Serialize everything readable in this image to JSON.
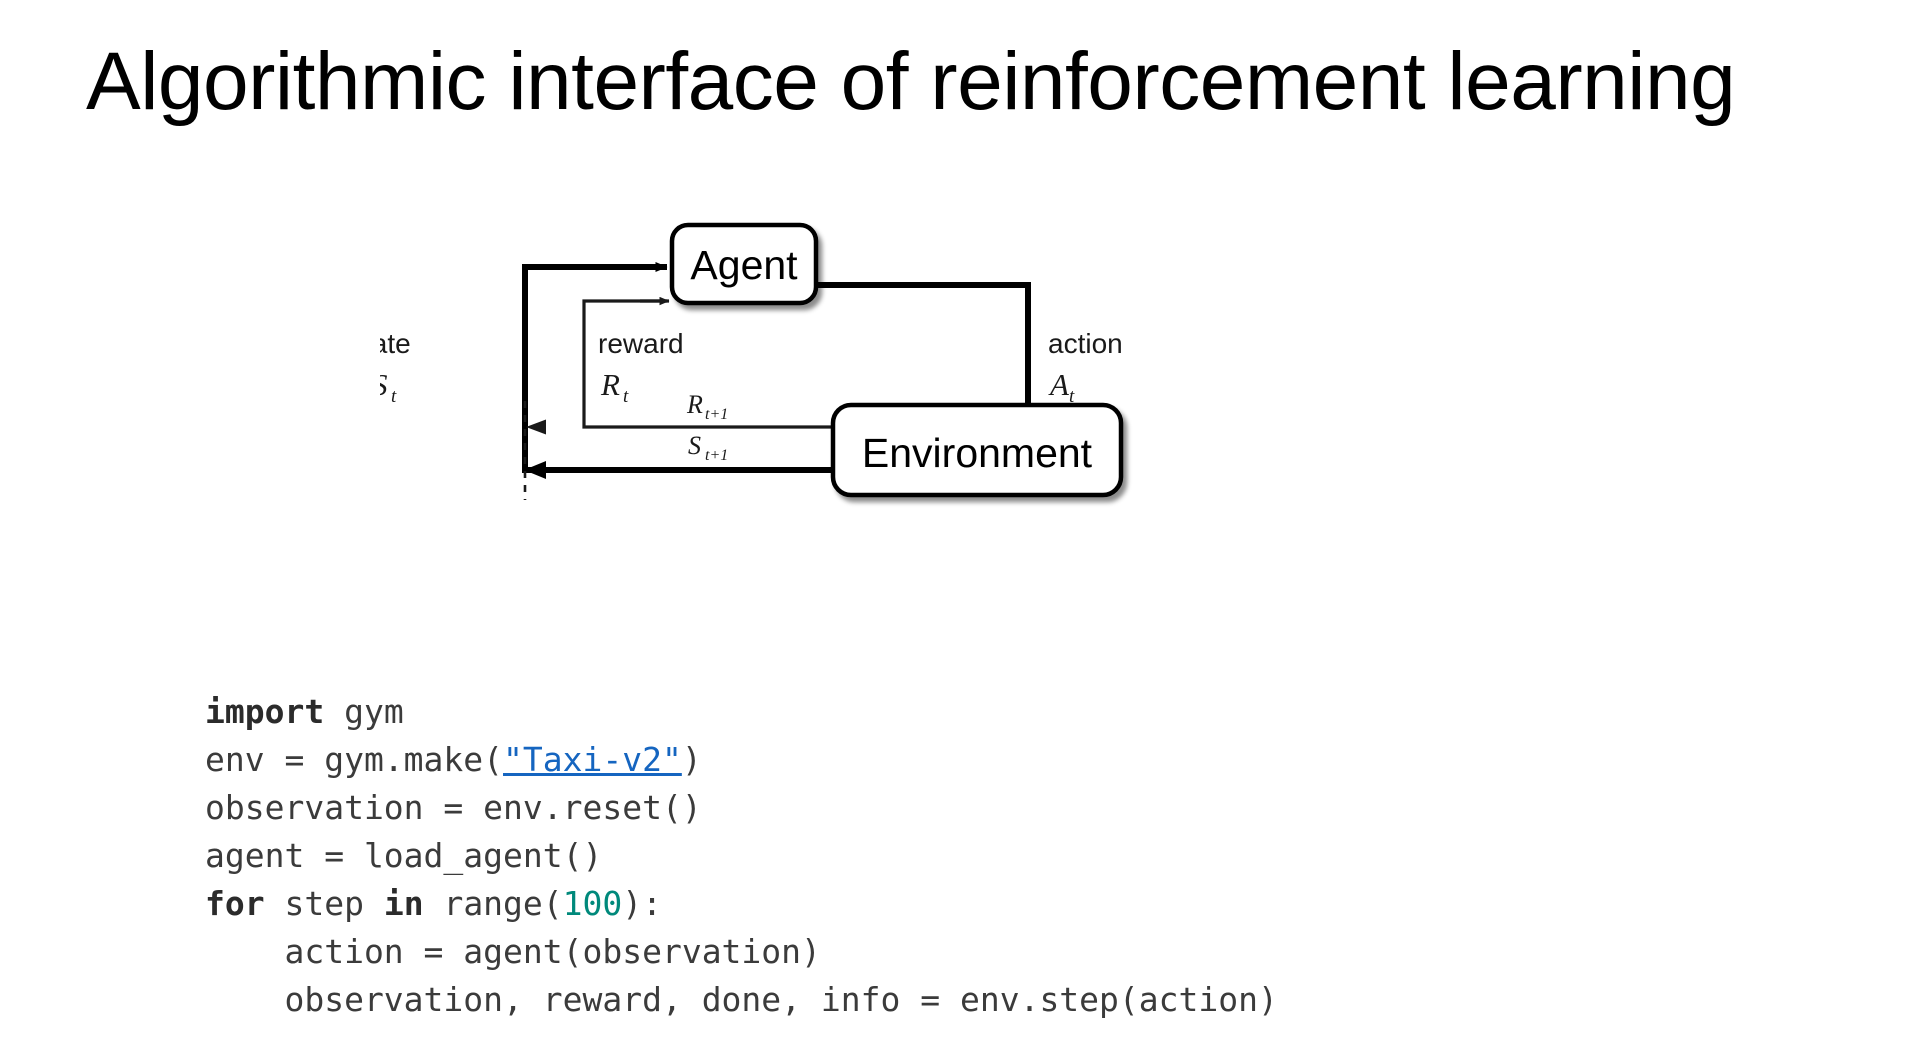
{
  "slide": {
    "title": "Algorithmic interface of reinforcement learning",
    "background_color": "#ffffff"
  },
  "diagram": {
    "name": "agent-environment-interaction-loop",
    "nodes": {
      "agent": "Agent",
      "environment": "Environment"
    },
    "edge_labels": {
      "state_word": "state",
      "state_symbol": "S",
      "state_subscript": "t",
      "reward_word": "reward",
      "reward_symbol": "R",
      "reward_subscript": "t",
      "action_word": "action",
      "action_symbol": "A",
      "action_subscript": "t",
      "next_reward_symbol": "R",
      "next_reward_subscript": "t+1",
      "next_state_symbol": "S",
      "next_state_subscript": "t+1"
    }
  },
  "code": {
    "language": "python",
    "link_color": "#1565c0",
    "number_color": "#00897b",
    "text_color": "#3b3b3b",
    "lines": [
      {
        "tokens": [
          {
            "t": "import",
            "k": "kw"
          },
          {
            "t": " gym",
            "k": "plain"
          }
        ]
      },
      {
        "tokens": [
          {
            "t": "env = gym.make(",
            "k": "plain"
          },
          {
            "t": "\"Taxi-v2\"",
            "k": "str"
          },
          {
            "t": ")",
            "k": "plain"
          }
        ]
      },
      {
        "tokens": [
          {
            "t": "observation = env.reset()",
            "k": "plain"
          }
        ]
      },
      {
        "tokens": [
          {
            "t": "agent = load_agent()",
            "k": "plain"
          }
        ]
      },
      {
        "tokens": [
          {
            "t": "for",
            "k": "kw"
          },
          {
            "t": " step ",
            "k": "plain"
          },
          {
            "t": "in",
            "k": "kw"
          },
          {
            "t": " range(",
            "k": "plain"
          },
          {
            "t": "100",
            "k": "num"
          },
          {
            "t": "):",
            "k": "plain"
          }
        ]
      },
      {
        "tokens": [
          {
            "t": "    action = agent(observation)",
            "k": "plain"
          }
        ]
      },
      {
        "tokens": [
          {
            "t": "    observation, reward, done, info = env.step(action)",
            "k": "plain"
          }
        ]
      }
    ]
  }
}
